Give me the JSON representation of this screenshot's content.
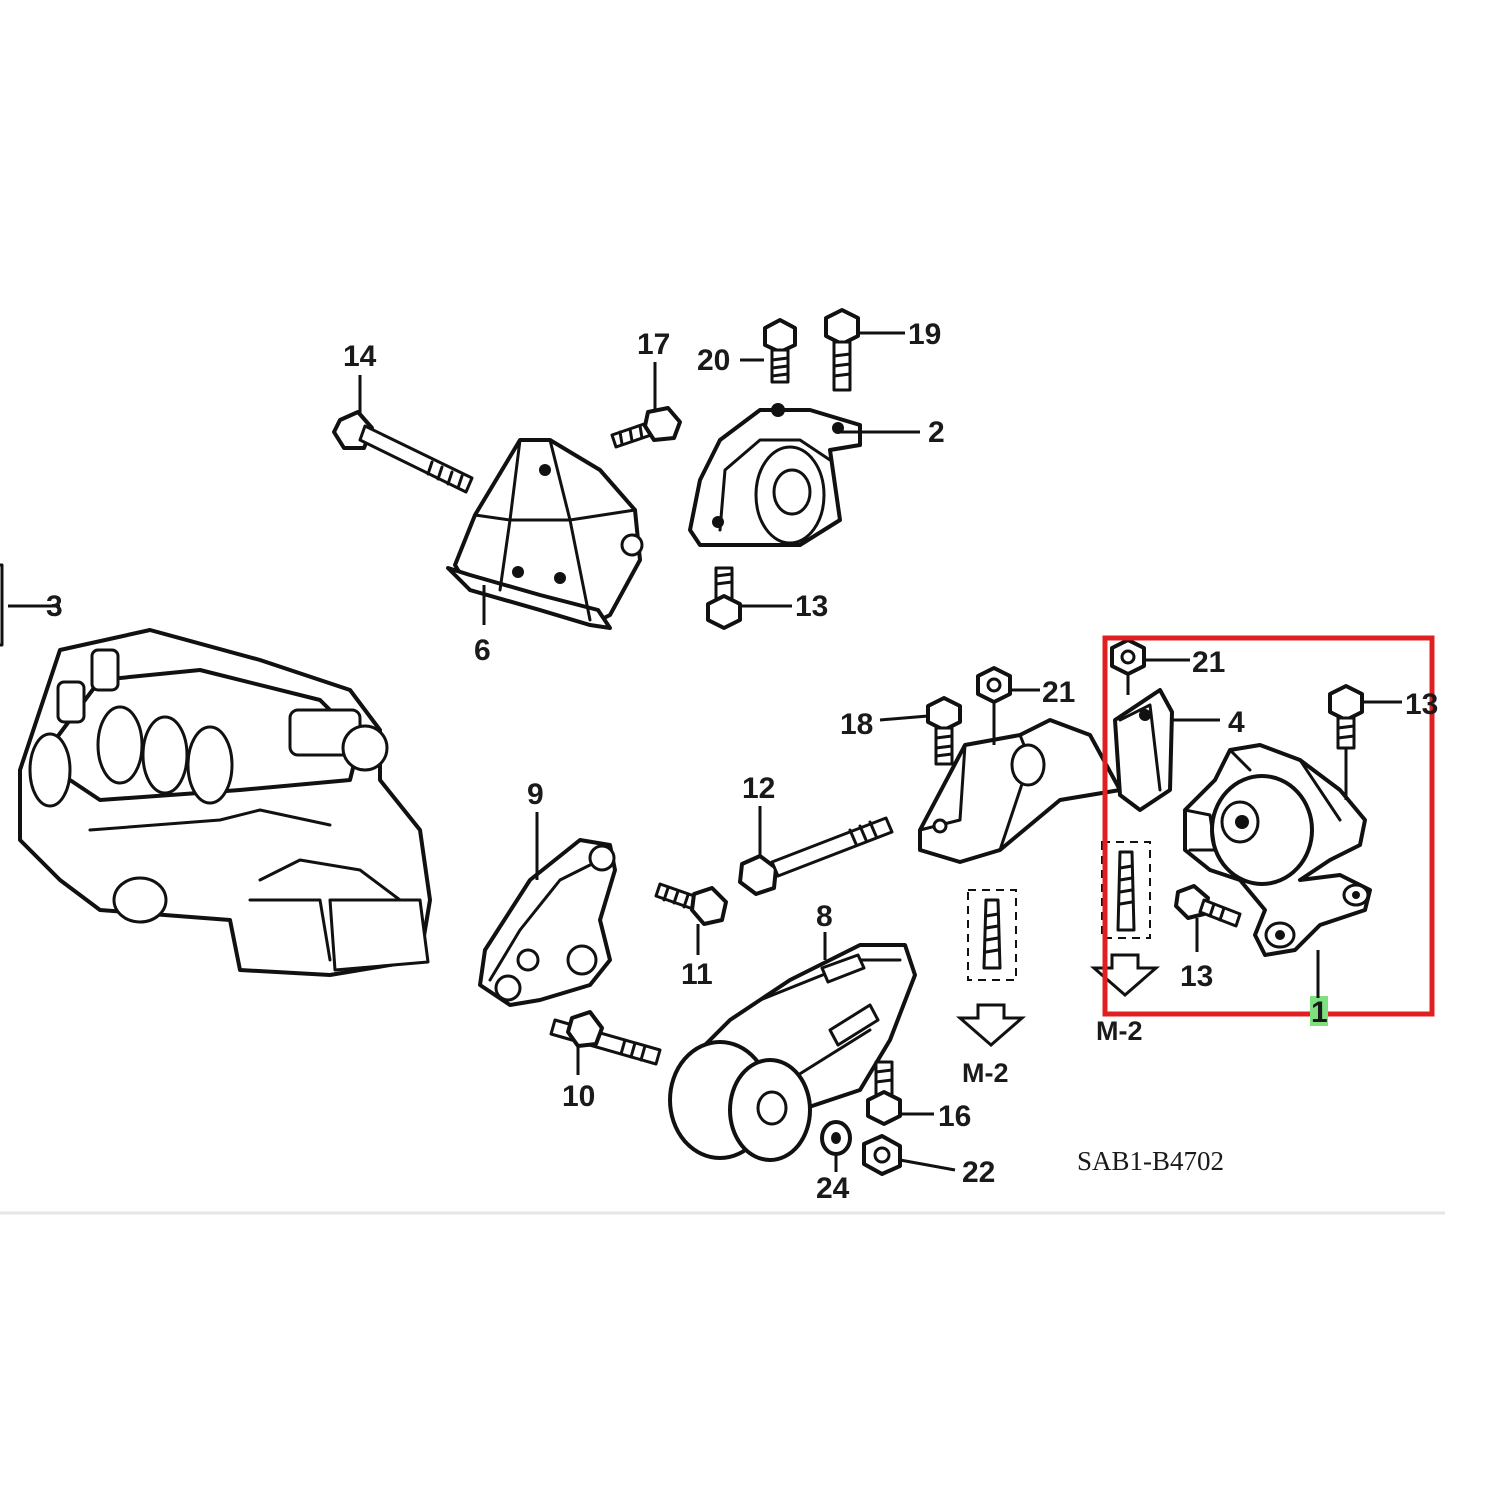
{
  "diagram": {
    "code": "SAB1-B4702",
    "callouts": [
      "14",
      "17",
      "20",
      "19",
      "2",
      "3",
      "6",
      "13",
      "18",
      "21",
      "21",
      "4",
      "13",
      "9",
      "12",
      "11",
      "8",
      "13",
      "1",
      "10",
      "16",
      "24",
      "22"
    ],
    "arrow_labels": [
      "M-2",
      "M-2"
    ],
    "highlight_color": "#e02020",
    "marker_color": "#7ee07e"
  }
}
